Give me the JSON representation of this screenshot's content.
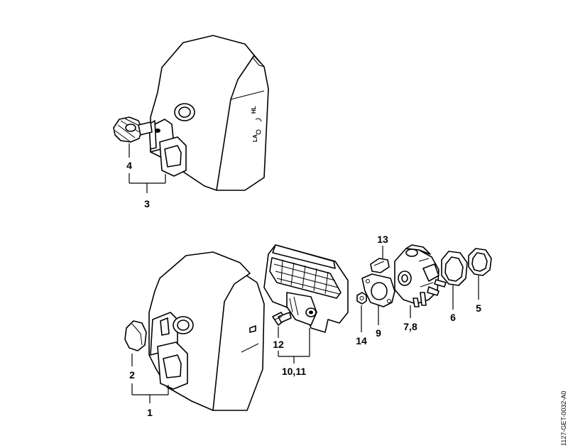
{
  "callouts": {
    "p1": "1",
    "p2": "2",
    "p3": "3",
    "p4": "4",
    "p5": "5",
    "p6": "6",
    "p7_8": "7,8",
    "p9": "9",
    "p10_11": "10,11",
    "p12": "12",
    "p13": "13",
    "p14": "14"
  },
  "cover_markings": {
    "hl": "HL",
    "la": "LA"
  },
  "drawing_code": "1127-GET-0032-A0"
}
